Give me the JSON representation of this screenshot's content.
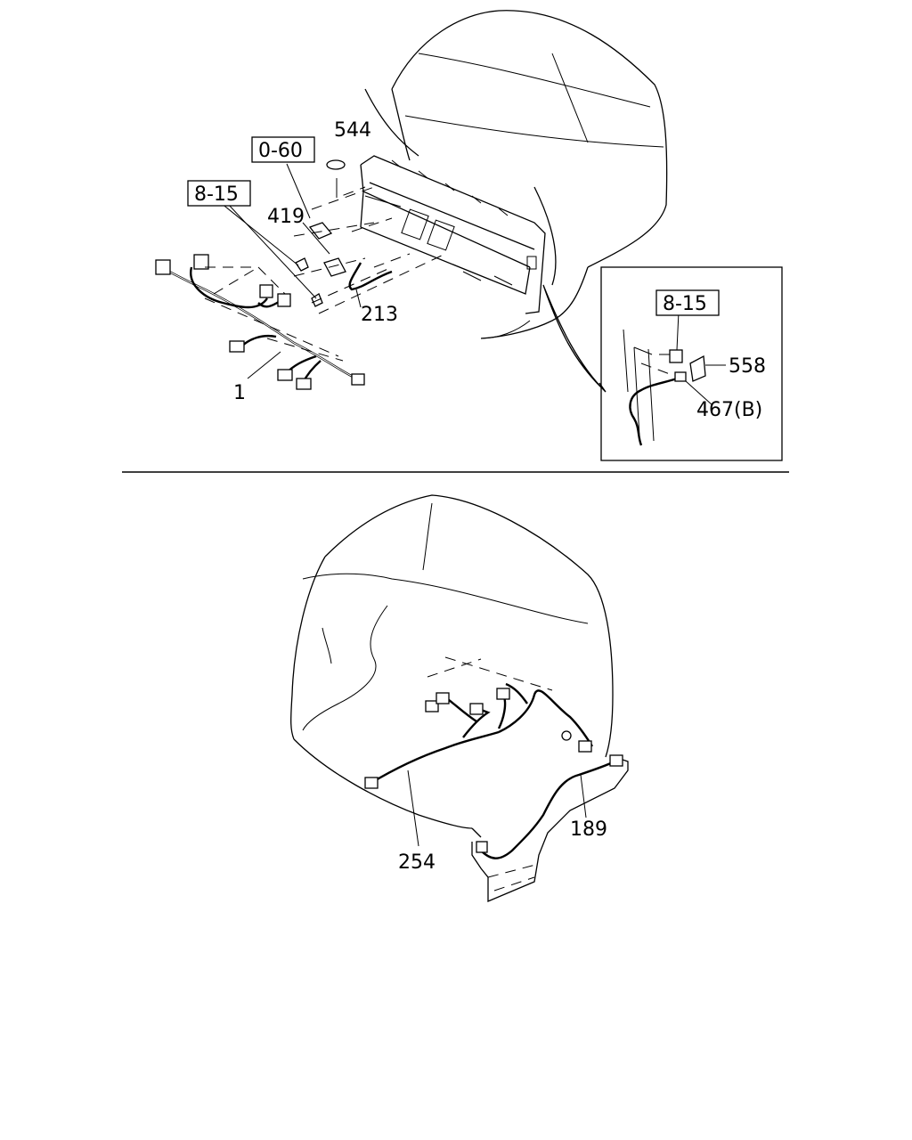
{
  "labels": {
    "ref_0_60": "0-60",
    "ref_8_15_main": "8-15",
    "ref_8_15_inset": "8-15",
    "p544": "544",
    "p419": "419",
    "p213": "213",
    "p1": "1",
    "p558": "558",
    "p467b": "467(B)",
    "p254": "254",
    "p189": "189"
  }
}
